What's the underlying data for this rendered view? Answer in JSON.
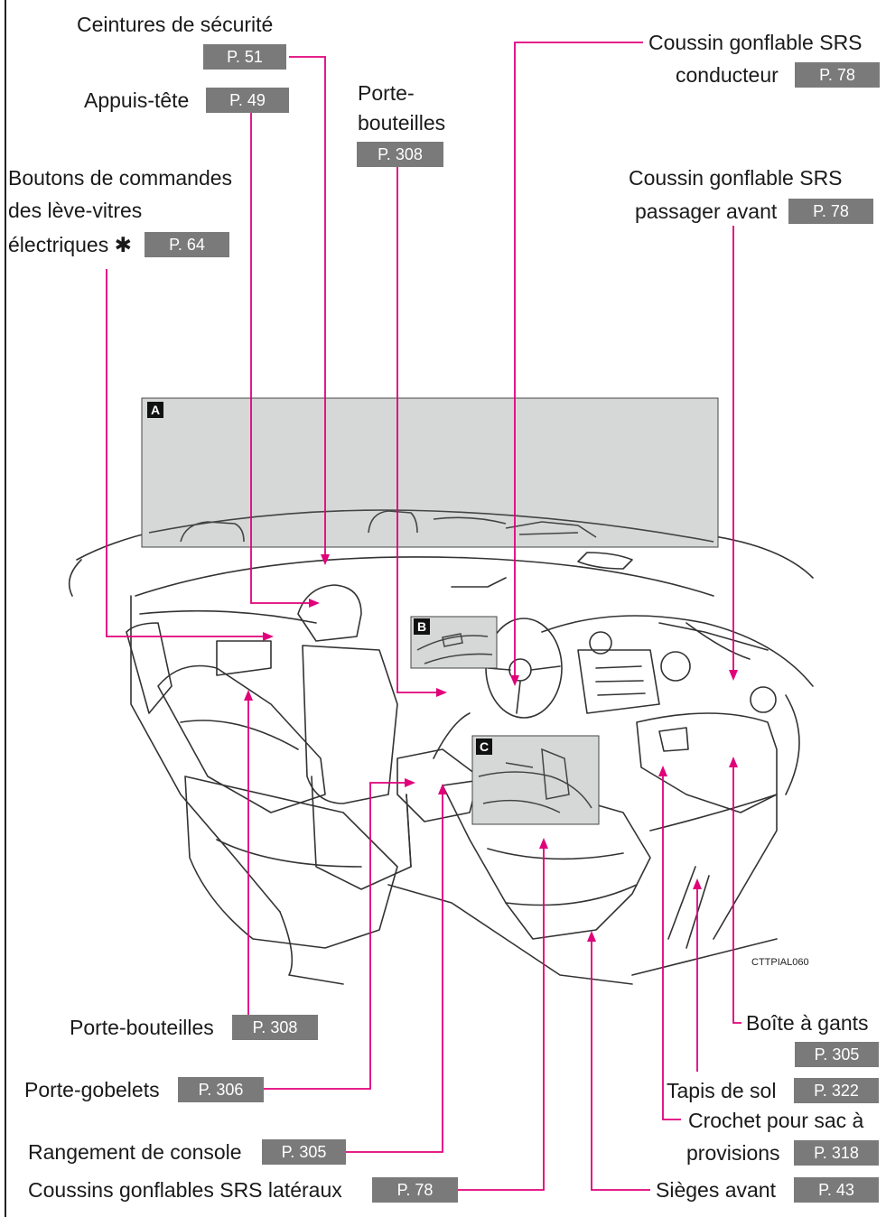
{
  "labels": {
    "ceintures": "Ceintures de sécurité",
    "appuis": "Appuis-tête",
    "porte_top_1": "Porte-",
    "porte_top_2": "bouteilles",
    "boutons_1": "Boutons de commandes",
    "boutons_2": "des lève-vitres",
    "boutons_3": "électriques ✱",
    "coussin_cond_1": "Coussin gonflable SRS",
    "coussin_cond_2": "conducteur",
    "coussin_pass_1": "Coussin gonflable SRS",
    "coussin_pass_2": "passager avant",
    "porte_bottom": "Porte-bouteilles",
    "porte_gobelets": "Porte-gobelets",
    "rangement": "Rangement de console",
    "coussins_lat": "Coussins gonflables SRS latéraux",
    "boite": "Boîte à gants",
    "tapis": "Tapis de sol",
    "crochet_1": "Crochet pour sac à",
    "crochet_2": "provisions",
    "sieges": "Sièges avant"
  },
  "pages": {
    "ceintures": "P. 51",
    "appuis": "P. 49",
    "porte_top": "P. 308",
    "boutons": "P. 64",
    "coussin_cond": "P. 78",
    "coussin_pass": "P. 78",
    "porte_bottom": "P. 308",
    "porte_gobelets": "P. 306",
    "rangement": "P. 305",
    "coussins_lat": "P. 78",
    "boite": "P. 305",
    "tapis": "P. 322",
    "crochet": "P. 318",
    "sieges": "P. 43"
  },
  "figure": {
    "badge_a": "A",
    "badge_b": "B",
    "badge_c": "C",
    "code": "CTTPIAL060"
  },
  "colors": {
    "leader": "#e0007a",
    "tag": "#7a7a7a",
    "inset": "#d6d8d8"
  }
}
